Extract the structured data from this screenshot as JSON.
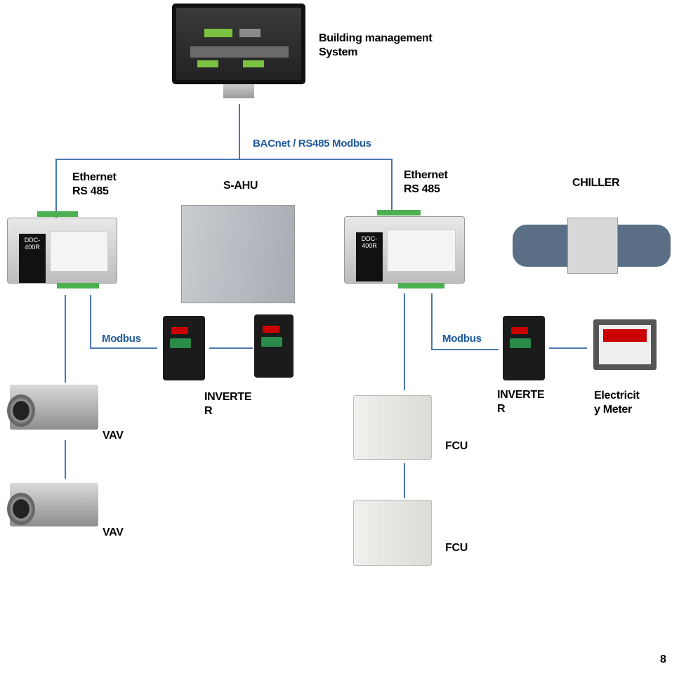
{
  "bms": {
    "label": "Building management\nSystem",
    "line1": "Building management",
    "line2": "System"
  },
  "network": {
    "protocol": "BACnet / RS485 Modbus"
  },
  "left": {
    "controller_line1": "Ethernet",
    "controller_line2": "RS 485",
    "controller_model": "DDC-400R",
    "ahu": "S-AHU",
    "modbus": "Modbus",
    "inverter_line1": "INVERTE",
    "inverter_line2": "R",
    "vav1": "VAV",
    "vav2": "VAV"
  },
  "right": {
    "controller_line1": "Ethernet",
    "controller_line2": "RS 485",
    "controller_model": "DDC-400R",
    "chiller": "CHILLER",
    "modbus": "Modbus",
    "inverter_line1": "INVERTE",
    "inverter_line2": "R",
    "meter_line1": "Electricit",
    "meter_line2": "y Meter",
    "fcu1": "FCU",
    "fcu2": "FCU"
  },
  "page_number": "8",
  "colors": {
    "link_line": "#4a78b0",
    "protocol_text": "#1f5a9a"
  }
}
